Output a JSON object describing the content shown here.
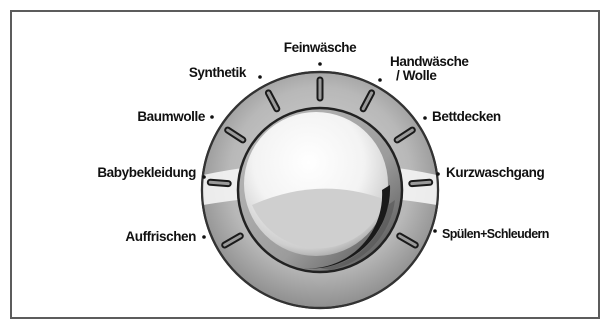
{
  "dial": {
    "programs": [
      {
        "id": "feinwaesche",
        "label": "Feinwäsche",
        "label2": ""
      },
      {
        "id": "handwaesche",
        "label": "Handwäsche",
        "label2": "/ Wolle"
      },
      {
        "id": "bettdecken",
        "label": "Bettdecken",
        "label2": ""
      },
      {
        "id": "kurzwaschgang",
        "label": "Kurzwaschgang",
        "label2": ""
      },
      {
        "id": "spuelen",
        "label": "Spülen+Schleudern",
        "label2": ""
      },
      {
        "id": "auffrischen",
        "label": "Auffrischen",
        "label2": ""
      },
      {
        "id": "babybekleidung",
        "label": "Babybekleidung",
        "label2": ""
      },
      {
        "id": "baumwolle",
        "label": "Baumwolle",
        "label2": ""
      },
      {
        "id": "synthetik",
        "label": "Synthetik",
        "label2": ""
      }
    ]
  }
}
